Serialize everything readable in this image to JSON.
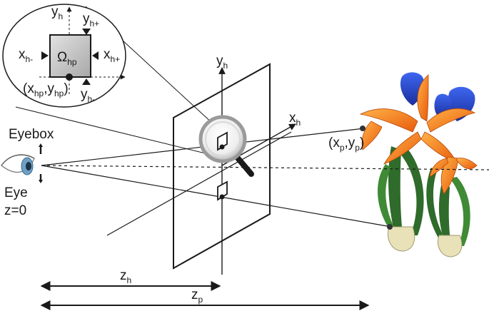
{
  "labels": {
    "eyebox": "Eyebox",
    "eye": "Eye",
    "eye_z": "z=0",
    "axis_yh_main": {
      "base": "y",
      "sub": "h"
    },
    "axis_xh_main": {
      "base": "x",
      "sub": "h"
    },
    "object_point": {
      "open": "(x",
      "sub1": "p",
      "mid": ",y",
      "sub2": "p",
      "close": ")"
    },
    "dist_zh": {
      "base": "z",
      "sub": "h"
    },
    "dist_zp": {
      "base": "z",
      "sub": "p"
    }
  },
  "inset": {
    "axis_yh": {
      "base": "y",
      "sub": "h"
    },
    "yh_plus": {
      "base": "y",
      "sub": "h+"
    },
    "yh_minus": {
      "base": "y",
      "sub": "h-"
    },
    "xh_minus": {
      "base": "x",
      "sub": "h-"
    },
    "xh_plus": {
      "base": "x",
      "sub": "h+"
    },
    "omega": {
      "base": "Ω",
      "sub": "hp"
    },
    "point": {
      "open": "(x",
      "sub1": "hp",
      "mid": ",y",
      "sub2": "hp",
      "close": ")"
    }
  },
  "colors": {
    "line": "#1a1a1a",
    "inset_square_fill": "#c8c8c8",
    "lens_ring": "#9a9a9a",
    "petal_orange": "#f07a1a",
    "petal_blue": "#2c4fd6",
    "leaf_green": "#2f6b2a",
    "eye_iris": "#6f9fc4"
  },
  "icons": [
    "magnifier-icon",
    "eye-icon",
    "flower-illustration",
    "aperture-window-icon"
  ]
}
